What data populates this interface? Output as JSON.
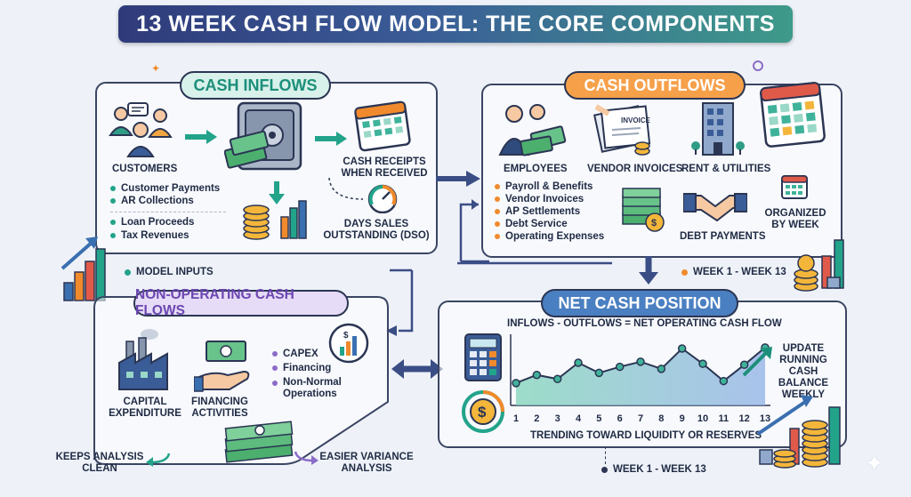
{
  "title": "13 WEEK CASH FLOW MODEL: THE CORE COMPONENTS",
  "colors": {
    "teal": "#22a38a",
    "orange": "#f08a2c",
    "purple": "#8b6cc8",
    "blue": "#3a6fb0",
    "navy": "#2b3553"
  },
  "inflows": {
    "header": "CASH INFLOWS",
    "customers_label": "CUSTOMERS",
    "bullets_a": [
      "Customer Payments",
      "AR Collections"
    ],
    "bullets_b": [
      "Loan Proceeds",
      "Tax Revenues"
    ],
    "receipts_label": "CASH RECEIPTS WHEN RECEIVED",
    "dso_label": "DAYS SALES OUTSTANDING (DSO)"
  },
  "model_inputs": "MODEL INPUTS",
  "outflows": {
    "header": "CASH OUTFLOWS",
    "employees_label": "EMPLOYEES",
    "vendor_label": "VENDOR INVOICES",
    "invoice_word": "INVOICE",
    "rent_label": "RENT & UTILITIES",
    "bullets": [
      "Payroll & Benefits",
      "Vendor Invoices",
      "AP Settlements",
      "Debt Service",
      "Operating Expenses"
    ],
    "debt_label": "DEBT PAYMENTS",
    "organized_label": "ORGANIZED BY WEEK",
    "week_range": "WEEK 1 - WEEK 13"
  },
  "nonop": {
    "header": "NON-OPERATING CASH FLOWS",
    "capex_label": "CAPITAL EXPENDITURE",
    "financing_label": "FINANCING ACTIVITIES",
    "bullets": [
      "CAPEX",
      "Financing",
      "Non-Normal Operations"
    ],
    "keeps_label": "KEEPS ANALYSIS CLEAN",
    "variance_label": "EASIER VARIANCE ANALYSIS"
  },
  "net": {
    "header": "NET CASH POSITION",
    "formula": "INFLOWS - OUTFLOWS = NET OPERATING CASH FLOW",
    "update_label": "UPDATE RUNNING CASH BALANCE WEEKLY",
    "trend_label": "TRENDING TOWARD LIQUIDITY OR RESERVES",
    "week_range": "WEEK 1 - WEEK 13"
  },
  "chart_data": {
    "type": "area",
    "title": "",
    "xlabel": "TRENDING TOWARD LIQUIDITY OR RESERVES",
    "ylabel": "",
    "x": [
      "1",
      "2",
      "3",
      "4",
      "5",
      "6",
      "7",
      "8",
      "9",
      "10",
      "11",
      "12",
      "13"
    ],
    "values": [
      2.2,
      3.0,
      2.6,
      4.2,
      3.2,
      3.8,
      4.3,
      3.6,
      5.6,
      4.1,
      2.4,
      4.0,
      5.7
    ],
    "ylim": [
      0,
      7
    ],
    "grid": false
  }
}
